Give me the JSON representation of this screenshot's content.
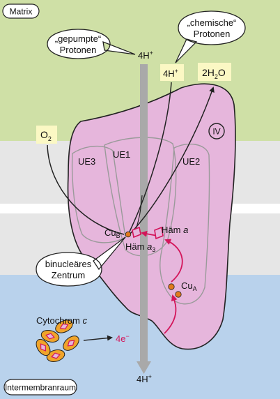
{
  "regions": {
    "matrix": "Matrix",
    "intermembrane": "Intermembranraum"
  },
  "complex": {
    "label": "IV",
    "subunits": [
      "UE1",
      "UE2",
      "UE3"
    ]
  },
  "bubbles": {
    "pumped": {
      "line1": "„gepumpte“",
      "line2": "Protonen"
    },
    "chemical": {
      "line1": "„chemische“",
      "line2": "Protonen"
    },
    "binuclear": {
      "line1": "binucleäres",
      "line2": "Zentrum"
    }
  },
  "labels": {
    "pumped_top": {
      "main": "4H",
      "sup": "+"
    },
    "pumped_bottom": {
      "main": "4H",
      "sup": "+"
    },
    "chemical": {
      "main": "4H",
      "sup": "+"
    },
    "water": {
      "pre": "2H",
      "sub": "2",
      "post": "O"
    },
    "oxygen": {
      "main": "O",
      "sub": "2"
    },
    "cu_b": {
      "main": "Cu",
      "sub": "B"
    },
    "cu_a": {
      "main": "Cu",
      "sub": "A"
    },
    "heme_a": {
      "main": "Häm ",
      "italic": "a"
    },
    "heme_a3": {
      "main": "Häm ",
      "italic": "a",
      "sub": "3"
    },
    "cytochrome": {
      "main": "Cytochrom ",
      "italic": "c"
    },
    "electrons": {
      "main": "4e",
      "sup": "−"
    }
  },
  "colors": {
    "matrix_bg": "#cfe0a6",
    "membrane_bg": "#e6e6e6",
    "intermembrane_bg": "#b9d2ec",
    "complex_fill": "#e6b6dc",
    "complex_stroke": "#222222",
    "subunit_stroke": "#9a9a9a",
    "proton_channel": "#a9a9a9",
    "electron_path": "#d3155a",
    "label_box": "#fbf8c4",
    "copper_fill": "#e27a1c",
    "cytochrome_fill": "#f0a42a"
  }
}
